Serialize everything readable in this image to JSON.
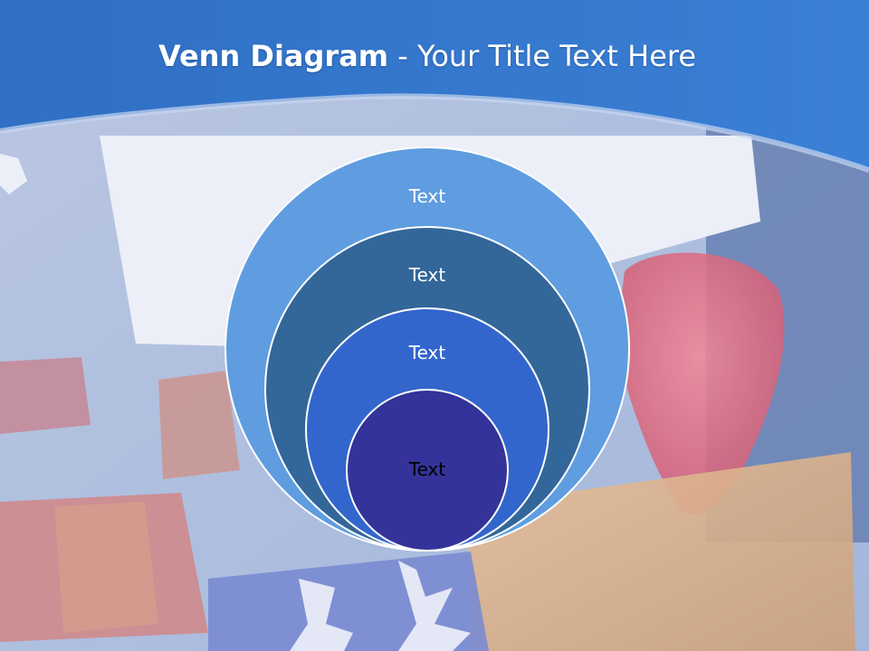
{
  "slide": {
    "title_bold": "Venn Diagram",
    "title_rest": " - Your Title Text Here"
  },
  "diagram": {
    "type": "nested-circles",
    "circles": [
      {
        "label": "Text",
        "fill": "#5f9de0",
        "text_color": "#ffffff"
      },
      {
        "label": "Text",
        "fill": "#336699",
        "text_color": "#ffffff"
      },
      {
        "label": "Text",
        "fill": "#3366cc",
        "text_color": "#ffffff"
      },
      {
        "label": "Text",
        "fill": "#333399",
        "text_color": "#000000"
      }
    ]
  },
  "colors": {
    "header_blue": "#3a78cc",
    "header_blue_dark": "#2a63b8",
    "circle_stroke": "#ffffff"
  }
}
